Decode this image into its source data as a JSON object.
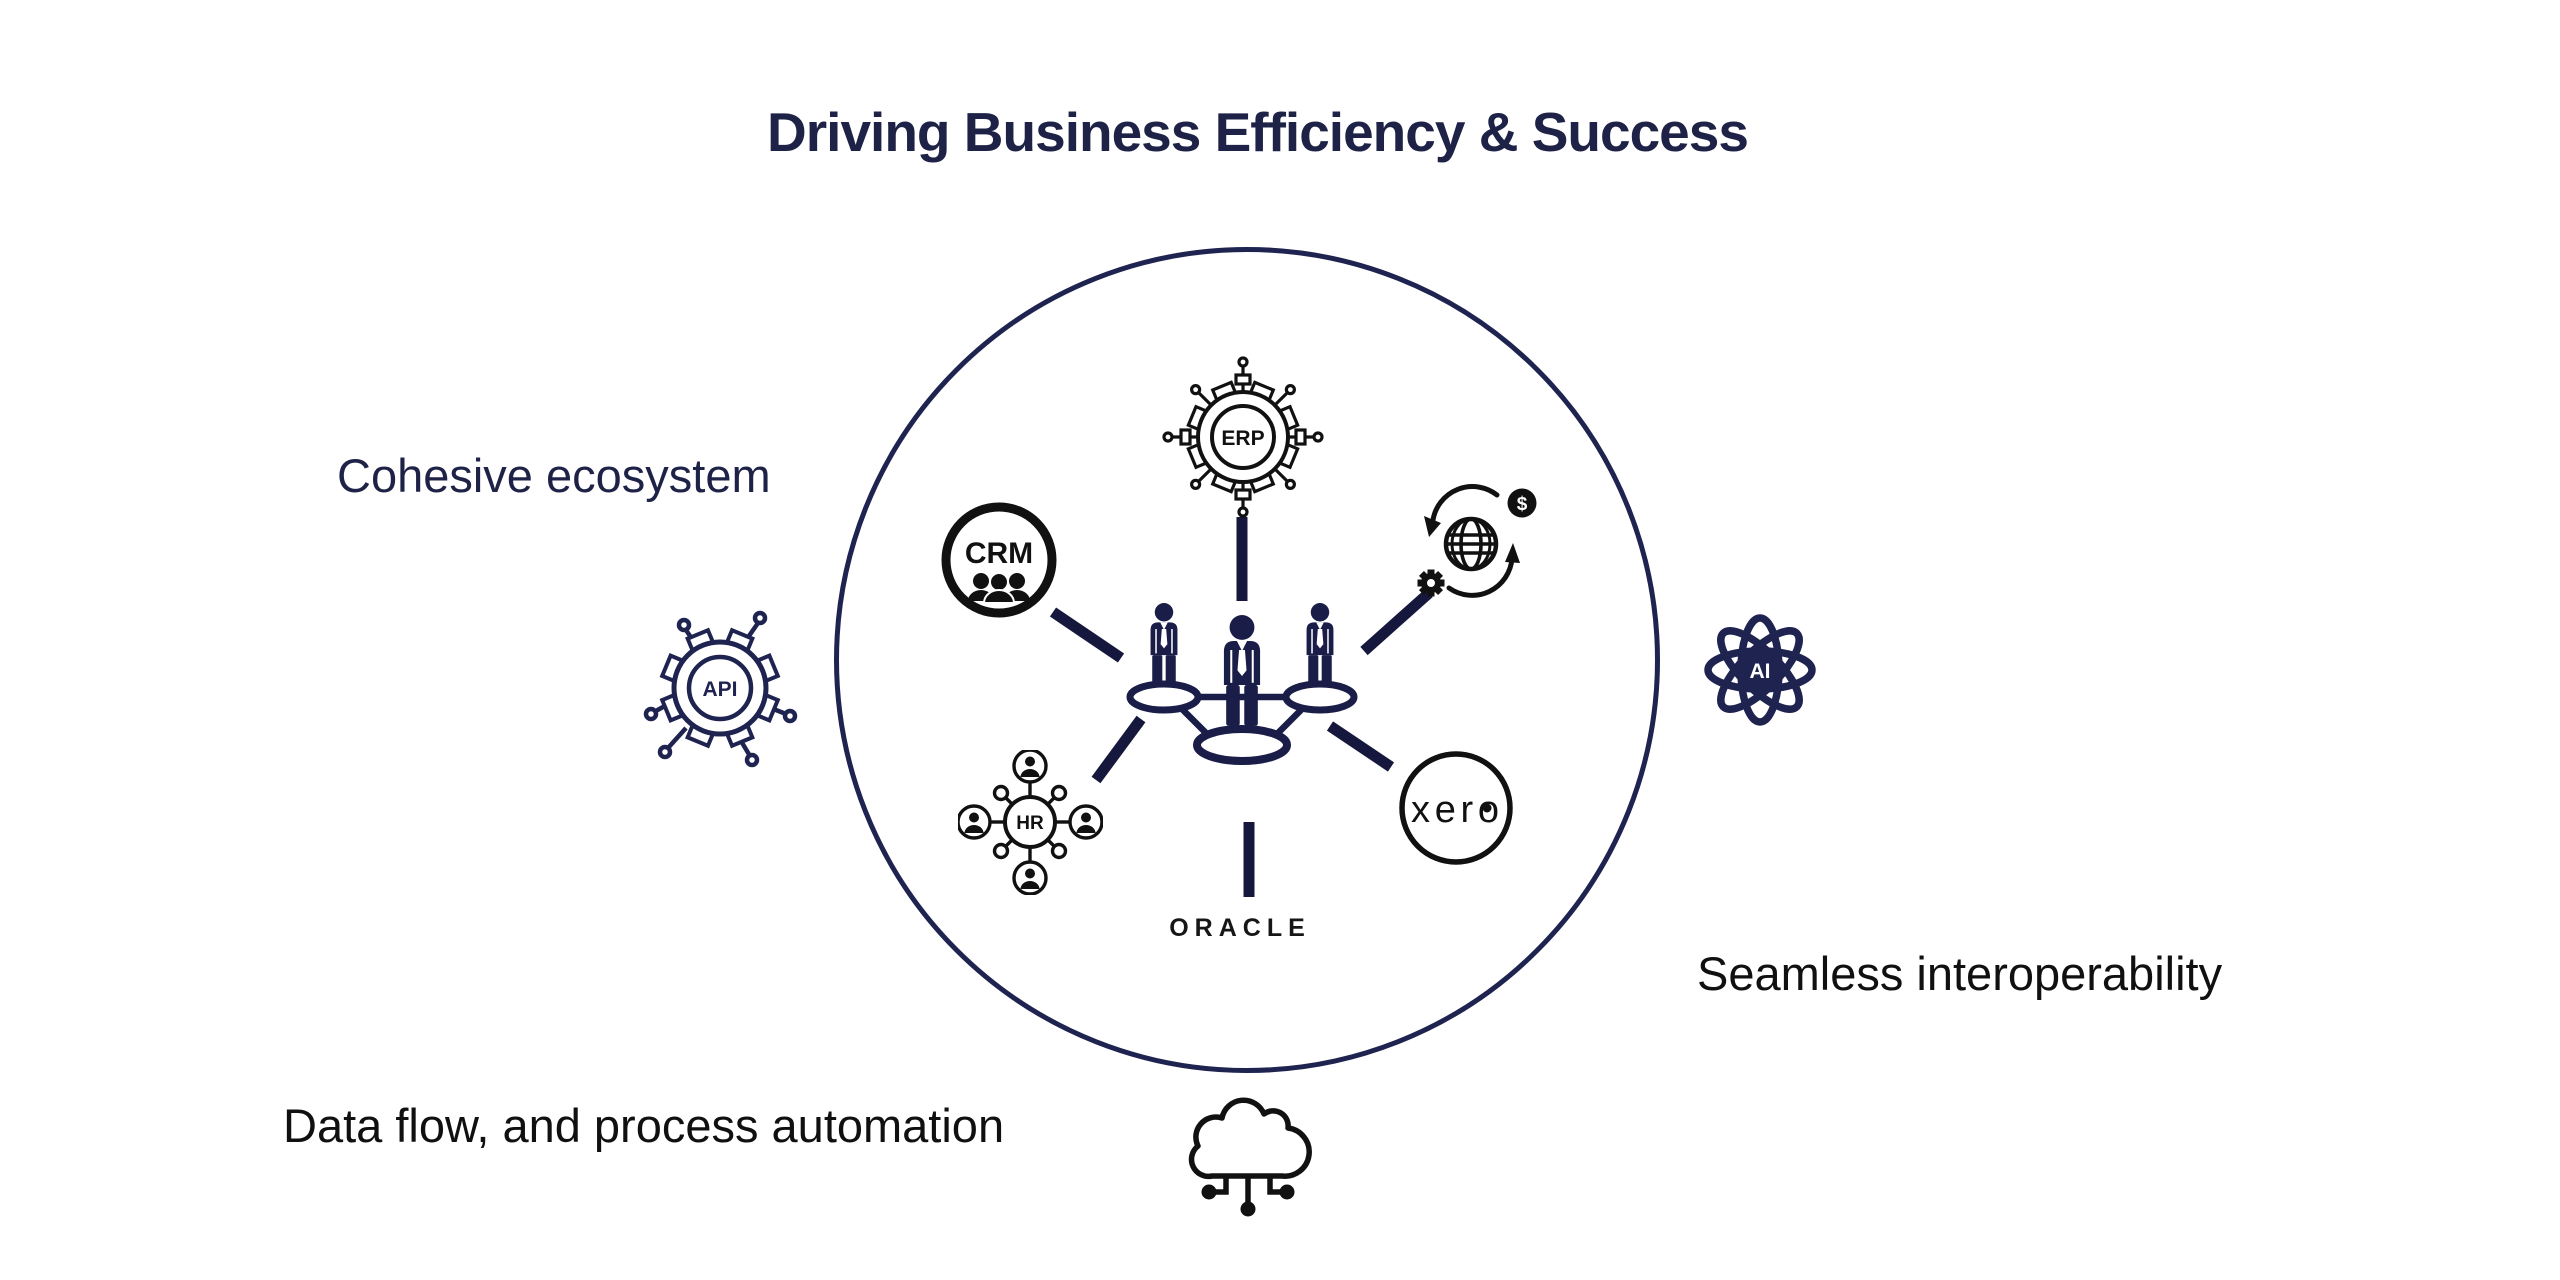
{
  "title": "Driving Business Efficiency & Success",
  "annotations": {
    "left": "Cohesive ecosystem",
    "right": "Seamless interoperability",
    "bottom": "Data flow, and process automation"
  },
  "nodes": {
    "erp": {
      "label": "ERP"
    },
    "crm": {
      "label": "CRM"
    },
    "hr": {
      "label": "HR"
    },
    "xero": {
      "label": "xero"
    },
    "oracle": {
      "label": "ORACLE"
    },
    "api": {
      "label": "API"
    },
    "ai": {
      "label": "AI"
    },
    "finance": {
      "label": "$"
    }
  },
  "icons": [
    "erp-gear-icon",
    "crm-icon",
    "global-finance-sync-icon",
    "hr-network-icon",
    "xero-logo",
    "oracle-logo",
    "team-network-icon",
    "api-gear-icon",
    "ai-atom-icon",
    "cloud-network-icon"
  ],
  "colors": {
    "navy": "#1e2350",
    "people_navy": "#191d47",
    "ink": "#111111",
    "title": "#1e2247",
    "background": "#ffffff"
  }
}
